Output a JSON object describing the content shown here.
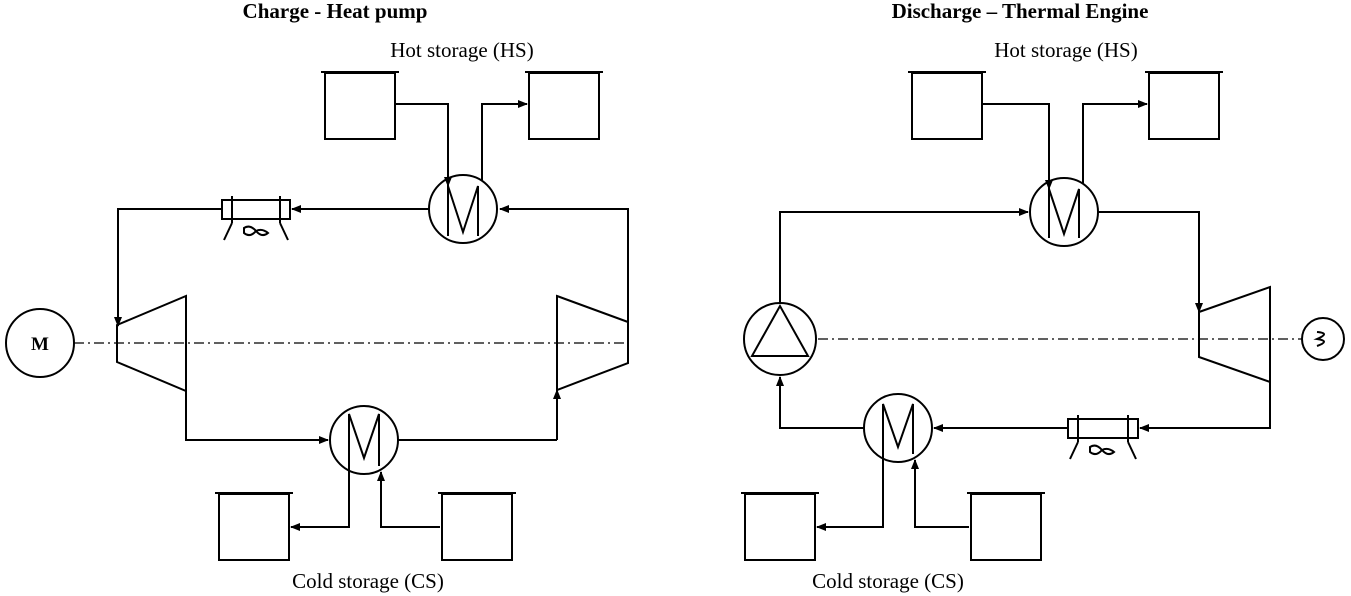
{
  "charge": {
    "title": "Charge - Heat pump",
    "hot_storage_label": "Hot storage (HS)",
    "cold_storage_label": "Cold storage (CS)",
    "motor_label": "M",
    "hot_tank_filled_color": "#ff0000",
    "cold_tank_filled_color": "#0055ff"
  },
  "discharge": {
    "title": "Discharge – Thermal Engine",
    "hot_storage_label": "Hot storage (HS)",
    "cold_storage_label": "Cold storage (CS)",
    "hot_tank_filled_color": "#ff0000",
    "cold_tank_filled_color": "#0055ff"
  }
}
